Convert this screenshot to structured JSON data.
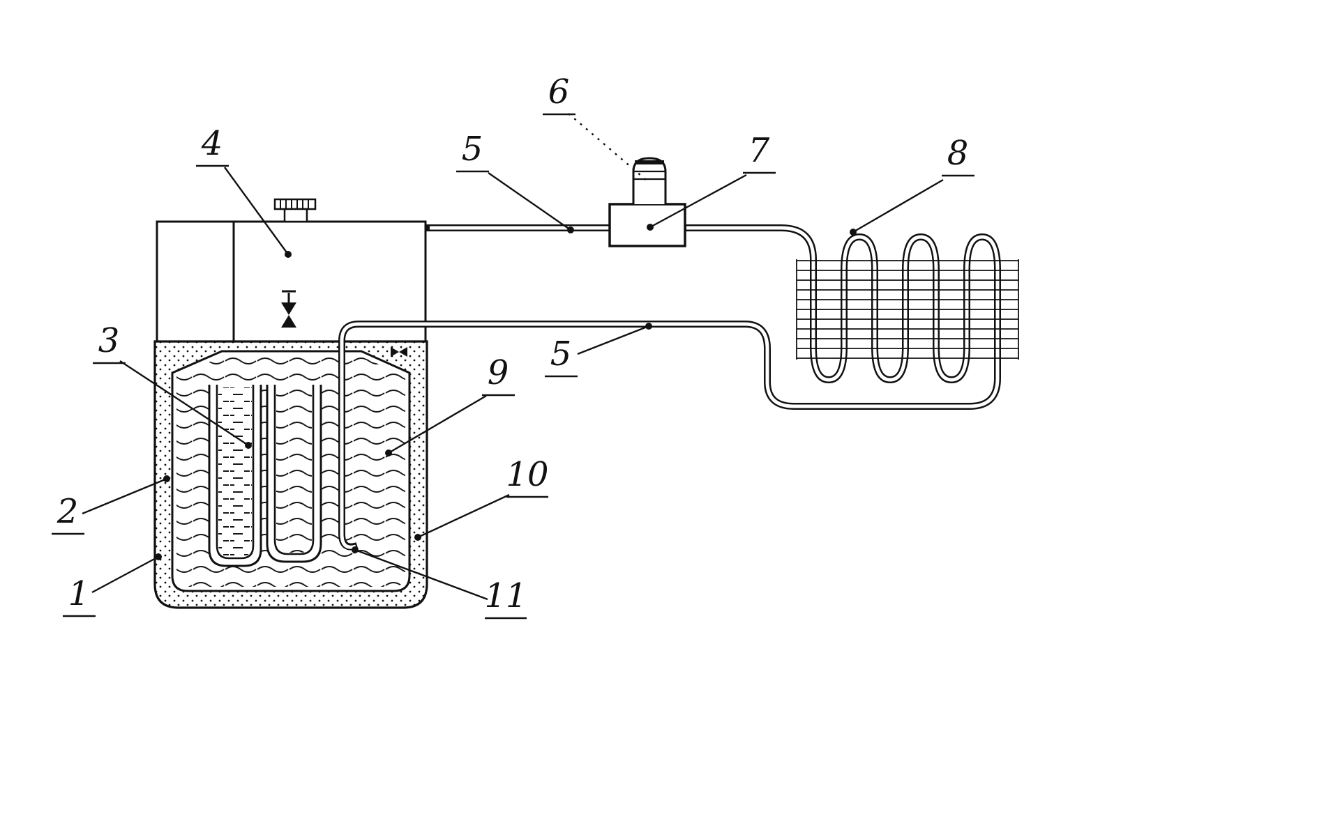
{
  "figure": {
    "colors": {
      "ink": "#111111",
      "paper": "#ffffff"
    },
    "labels": [
      {
        "text": "1"
      },
      {
        "text": "2"
      },
      {
        "text": "3"
      },
      {
        "text": "4"
      },
      {
        "text": "5"
      },
      {
        "text": "6"
      },
      {
        "text": "7"
      },
      {
        "text": "8"
      },
      {
        "text": "5"
      },
      {
        "text": "9"
      },
      {
        "text": "10"
      },
      {
        "text": "11"
      }
    ]
  }
}
